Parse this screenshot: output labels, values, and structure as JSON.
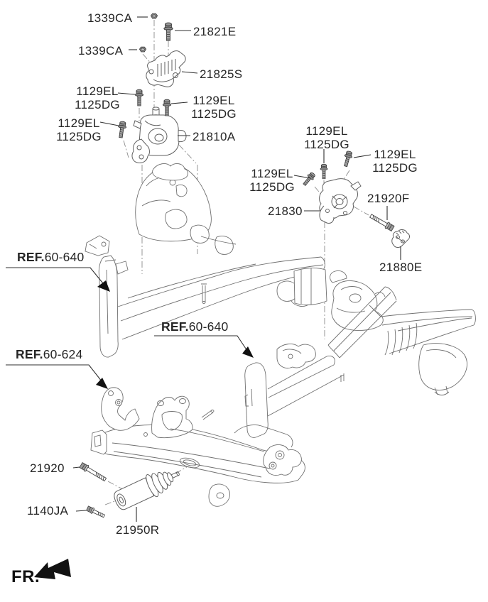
{
  "diagram": {
    "fr_label": "FR.",
    "hardware_pair": {
      "line1": "1129EL",
      "line2": "1125DG"
    },
    "parts": {
      "nut_top": "1339CA",
      "nut_side": "1339CA",
      "bracket_bolt": "21821E",
      "support_bracket": "21825S",
      "engine_mounting": "21810A",
      "transmission_mounting": "21830",
      "mounting_bolt_long": "21920F",
      "stopper": "21880E",
      "roll_rod_bolt": "21920",
      "roll_rod_nut_bolt": "1140JA",
      "roll_rod_mounting": "21950R"
    },
    "refs": {
      "prefix": "REF.",
      "fender_apron_a": "60-640",
      "fender_apron_b": "60-640",
      "crossmember": "60-624"
    }
  }
}
